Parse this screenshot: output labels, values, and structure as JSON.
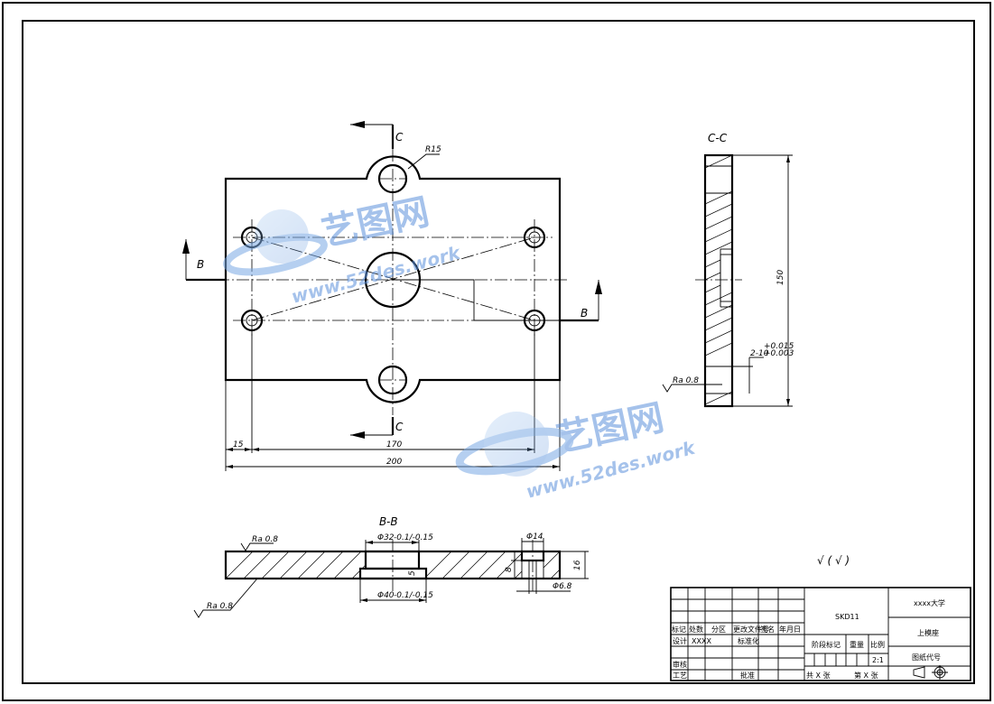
{
  "section_labels": {
    "c_top": "C",
    "c_bottom": "C",
    "b_left": "B",
    "b_right": "B",
    "view_cc": "C-C",
    "view_bb": "B-B"
  },
  "dimensions": {
    "r15": "R15",
    "d15": "15",
    "d170": "170",
    "d200": "200",
    "d150": "150",
    "holes_cc": "2-10",
    "holes_tol_top": "+0.015",
    "holes_tol_bot": "+0.003",
    "rough_cc": "Ra 0.8",
    "rough_bb_top": "Ra 0.8",
    "rough_bb_bottom": "Ra 0.8",
    "phi32": "Φ32",
    "phi32_tol": "-0.1/-0.15",
    "phi40": "Φ40",
    "phi40_tol": "-0.1/-0.15",
    "phi14": "Φ14",
    "phi6": "Φ6.8",
    "t16": "16",
    "t8": "8",
    "t5": "5",
    "general_rough": "√ ( √ )"
  },
  "watermark": {
    "cn": "艺图网",
    "en": "www.52des.work"
  },
  "title_block": {
    "material": "SKD11",
    "school": "xxxx大学",
    "part_name": "上模座",
    "drawing_no": "图纸代号",
    "row_labels": {
      "mark": "标记",
      "count": "处数",
      "zone": "分区",
      "change_doc": "更改文件号",
      "sign": "签名",
      "date": "年月日"
    },
    "design": "设计",
    "design_name": "XXXX",
    "standard": "标准化",
    "stage_mark": "阶段标记",
    "weight": "重量",
    "scale": "比例",
    "scale_value": "2:1",
    "check": "审核",
    "process": "工艺",
    "approve": "批准",
    "sheets_total": "共  X  张",
    "sheet_no": "第  X  张"
  }
}
